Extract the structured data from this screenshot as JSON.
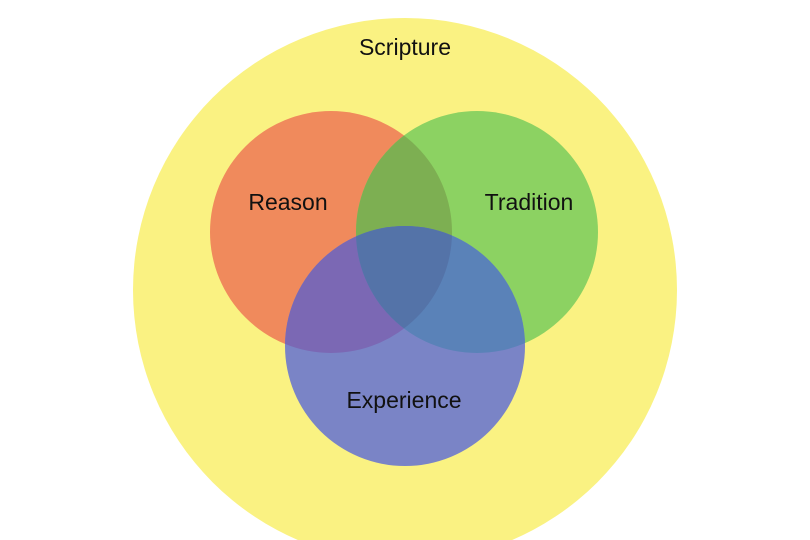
{
  "diagram": {
    "outer": {
      "label": "Scripture",
      "color": "#faf282"
    },
    "circles": [
      {
        "key": "reason",
        "label": "Reason",
        "color": "#f08a5c"
      },
      {
        "key": "tradition",
        "label": "Tradition",
        "color": "#8cd262"
      },
      {
        "key": "experience",
        "label": "Experience",
        "color": "#7a84c6"
      }
    ],
    "overlaps": {
      "reason_tradition": "#7daf52",
      "reason_experience": "#7b68b4",
      "tradition_experience": "#5a82b8",
      "center": "#5473a8"
    }
  }
}
